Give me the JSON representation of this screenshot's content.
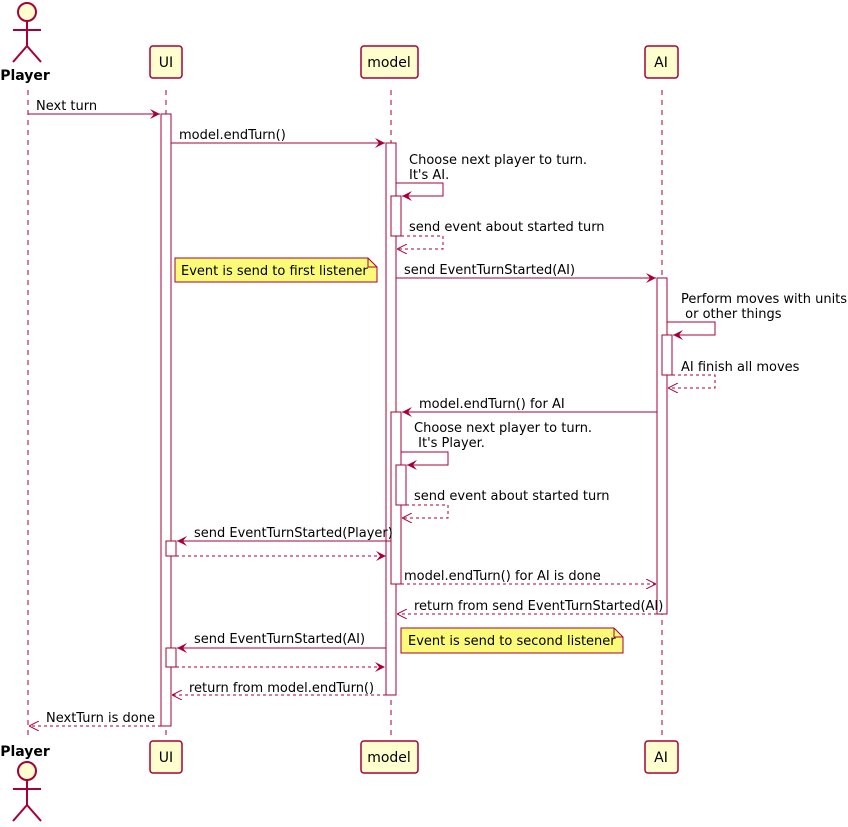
{
  "participants": {
    "player": "Player",
    "ui": "UI",
    "model": "model",
    "ai": "AI"
  },
  "messages": [
    {
      "id": "m1",
      "lines": [
        "Next turn"
      ],
      "from": "player",
      "to": "ui",
      "style": "solid"
    },
    {
      "id": "m2",
      "lines": [
        "model.endTurn()"
      ],
      "from": "ui",
      "to": "model",
      "style": "solid"
    },
    {
      "id": "m3",
      "lines": [
        "Choose next player to turn.",
        "It's AI."
      ],
      "from": "model",
      "to": "model",
      "style": "solid"
    },
    {
      "id": "m4",
      "lines": [
        "send event about started turn"
      ],
      "from": "model",
      "to": "model",
      "style": "dashed"
    },
    {
      "id": "m5",
      "lines": [
        "send EventTurnStarted(AI)"
      ],
      "from": "model",
      "to": "ai",
      "style": "solid"
    },
    {
      "id": "m6",
      "lines": [
        "Perform moves with units",
        " or other things"
      ],
      "from": "ai",
      "to": "ai",
      "style": "solid"
    },
    {
      "id": "m7",
      "lines": [
        "AI finish all moves"
      ],
      "from": "ai",
      "to": "ai",
      "style": "dashed"
    },
    {
      "id": "m8",
      "lines": [
        "model.endTurn() for AI"
      ],
      "from": "ai",
      "to": "model",
      "style": "solid"
    },
    {
      "id": "m9",
      "lines": [
        "Choose next player to turn.",
        " It's Player."
      ],
      "from": "model",
      "to": "model",
      "style": "solid"
    },
    {
      "id": "m10",
      "lines": [
        "send event about started turn"
      ],
      "from": "model",
      "to": "model",
      "style": "dashed"
    },
    {
      "id": "m11",
      "lines": [
        "send EventTurnStarted(Player)"
      ],
      "from": "model",
      "to": "ui",
      "style": "solid"
    },
    {
      "id": "m12",
      "lines": [
        ""
      ],
      "from": "ui",
      "to": "model",
      "style": "dashed"
    },
    {
      "id": "m13",
      "lines": [
        "model.endTurn() for AI is done"
      ],
      "from": "model",
      "to": "ai",
      "style": "dashed"
    },
    {
      "id": "m14",
      "lines": [
        "return from send EventTurnStarted(AI)"
      ],
      "from": "ai",
      "to": "model",
      "style": "dashed"
    },
    {
      "id": "m15",
      "lines": [
        "send EventTurnStarted(AI)"
      ],
      "from": "model",
      "to": "ui",
      "style": "solid"
    },
    {
      "id": "m16",
      "lines": [
        ""
      ],
      "from": "ui",
      "to": "model",
      "style": "dashed"
    },
    {
      "id": "m17",
      "lines": [
        "return from model.endTurn()"
      ],
      "from": "model",
      "to": "ui",
      "style": "dashed"
    },
    {
      "id": "m18",
      "lines": [
        "NextTurn is done"
      ],
      "from": "ui",
      "to": "player",
      "style": "dashed"
    }
  ],
  "notes": [
    {
      "id": "n1",
      "text": "Event is send to first listener"
    },
    {
      "id": "n2",
      "text": "Event is send to second listener"
    }
  ],
  "colors": {
    "line": "#A80036",
    "participant_fill": "#FEFECE",
    "note_fill": "#FBFB77",
    "activation_fill": "#FFFFFF",
    "text": "#000000"
  }
}
